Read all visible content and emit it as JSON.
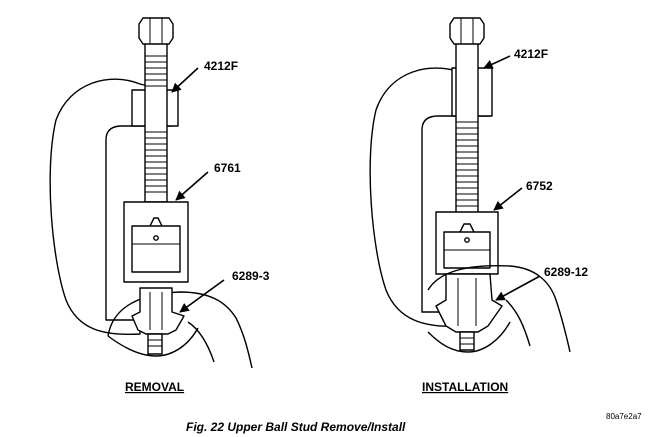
{
  "figure": {
    "caption": "Fig. 22 Upper Ball Stud Remove/Install",
    "code": "80a7e2a7"
  },
  "removal": {
    "title": "REMOVAL",
    "labels": {
      "clamp": "4212F",
      "receiver": "6761",
      "adapter": "6289-3"
    }
  },
  "installation": {
    "title": "INSTALLATION",
    "labels": {
      "clamp": "4212F",
      "receiver": "6752",
      "adapter": "6289-12"
    }
  }
}
